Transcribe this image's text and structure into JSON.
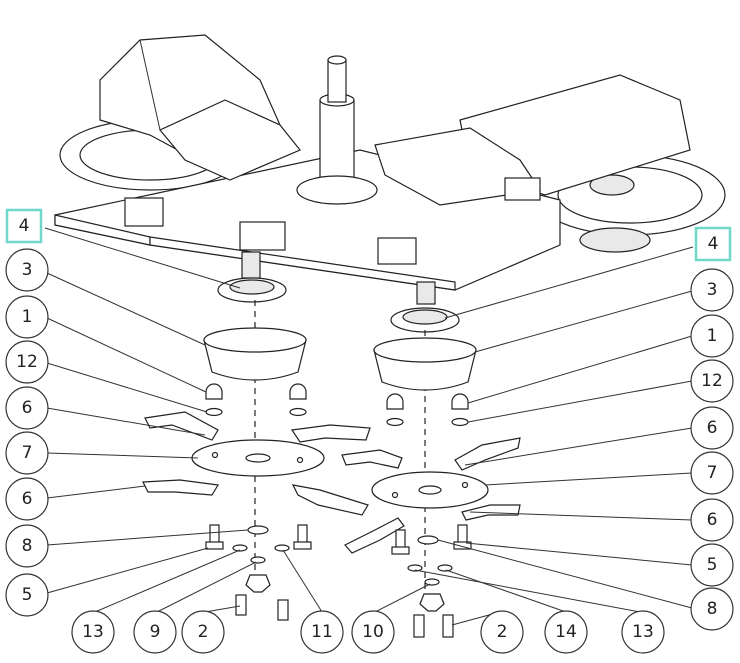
{
  "callouts_left": [
    {
      "id": "left-4",
      "label": "4",
      "highlight": true
    },
    {
      "id": "left-3",
      "label": "3"
    },
    {
      "id": "left-1",
      "label": "1"
    },
    {
      "id": "left-12",
      "label": "12"
    },
    {
      "id": "left-6a",
      "label": "6"
    },
    {
      "id": "left-7",
      "label": "7"
    },
    {
      "id": "left-6b",
      "label": "6"
    },
    {
      "id": "left-8",
      "label": "8"
    },
    {
      "id": "left-5",
      "label": "5"
    }
  ],
  "callouts_right": [
    {
      "id": "right-4",
      "label": "4",
      "highlight": true
    },
    {
      "id": "right-3",
      "label": "3"
    },
    {
      "id": "right-1",
      "label": "1"
    },
    {
      "id": "right-12",
      "label": "12"
    },
    {
      "id": "right-6a",
      "label": "6"
    },
    {
      "id": "right-7",
      "label": "7"
    },
    {
      "id": "right-6b",
      "label": "6"
    },
    {
      "id": "right-5",
      "label": "5"
    },
    {
      "id": "right-8",
      "label": "8"
    }
  ],
  "callouts_bottom": [
    {
      "id": "bottom-13a",
      "label": "13"
    },
    {
      "id": "bottom-9",
      "label": "9"
    },
    {
      "id": "bottom-2a",
      "label": "2"
    },
    {
      "id": "bottom-11",
      "label": "11"
    },
    {
      "id": "bottom-10",
      "label": "10"
    },
    {
      "id": "bottom-2b",
      "label": "2"
    },
    {
      "id": "bottom-14",
      "label": "14"
    },
    {
      "id": "bottom-13b",
      "label": "13"
    }
  ],
  "colors": {
    "highlight": "#6fd8c8",
    "line": "#222222",
    "background": "#ffffff"
  }
}
